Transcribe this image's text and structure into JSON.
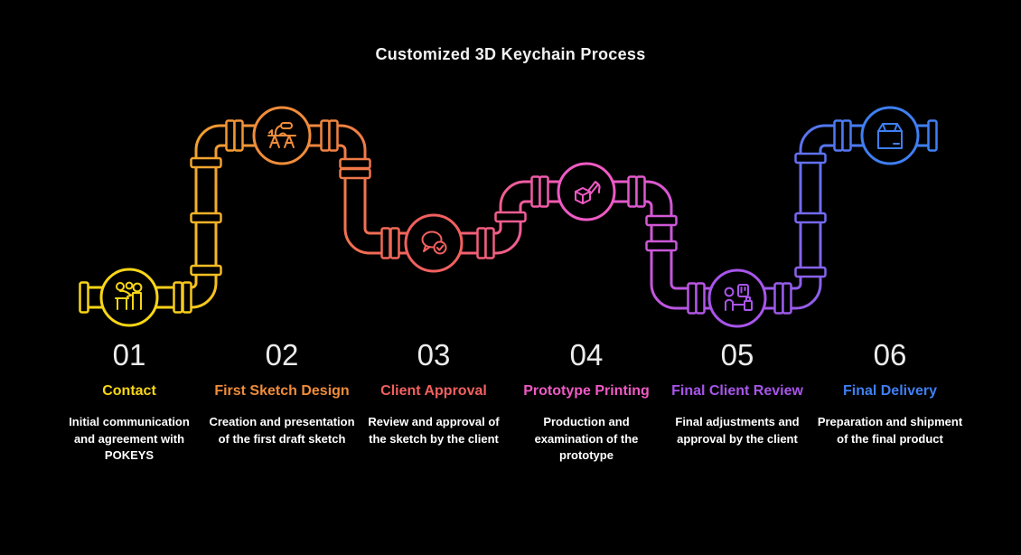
{
  "title": "Customized 3D Keychain Process",
  "colors": {
    "background": "#000000",
    "number_text": "#ECECEC",
    "description_text": "#FFFFFF"
  },
  "steps": [
    {
      "number": "01",
      "label": "Contact",
      "description": "Initial communication and agreement with POKEYS",
      "color": "#F9D616",
      "icon": "meeting-icon"
    },
    {
      "number": "02",
      "label": "First Sketch Design",
      "description": "Creation and presentation of the first draft sketch",
      "color": "#F08C3A",
      "icon": "drafting-desk-icon"
    },
    {
      "number": "03",
      "label": "Client Approval",
      "description": "Review and approval of the sketch by the client",
      "color": "#F2605F",
      "icon": "chat-approval-icon"
    },
    {
      "number": "04",
      "label": "Prototype Printing",
      "description": "Production and examination of the prototype",
      "color": "#EF5AC4",
      "icon": "printing-pen-cube-icon"
    },
    {
      "number": "05",
      "label": "Final Client Review",
      "description": "Final adjustments and approval by the client",
      "color": "#A855EB",
      "icon": "client-review-icon"
    },
    {
      "number": "06",
      "label": "Final Delivery",
      "description": "Preparation and shipment of the final product",
      "color": "#3F7FF2",
      "icon": "package-box-icon"
    }
  ]
}
